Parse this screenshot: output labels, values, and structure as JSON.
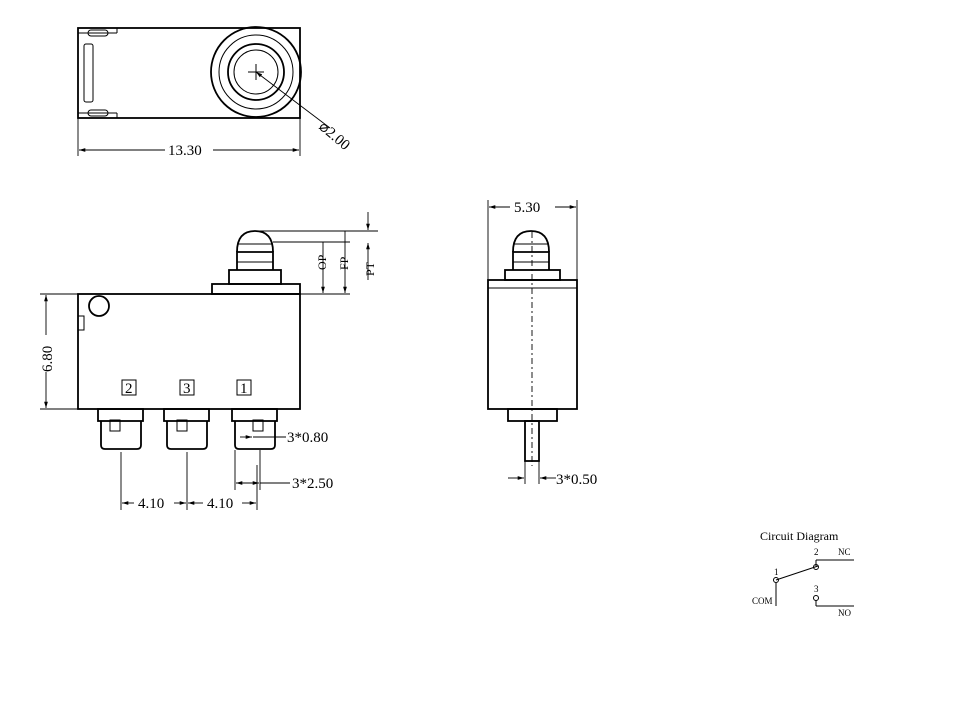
{
  "top_view": {
    "width_dim": "13.30",
    "diameter_dim": "⌀2.00"
  },
  "front_view": {
    "height_dim": "6.80",
    "op_label": "OP",
    "fp_label": "FP",
    "pt_label": "PT",
    "terminal_2": "2",
    "terminal_3": "3",
    "terminal_1": "1",
    "pin_width_dim": "3*0.80",
    "pin_spacing_dim": "3*2.50",
    "pitch_1": "4.10",
    "pitch_2": "4.10"
  },
  "side_view": {
    "width_dim": "5.30",
    "pin_thickness_dim": "3*0.50"
  },
  "circuit": {
    "title": "Circuit Diagram",
    "pin_1": "1",
    "pin_2": "2",
    "pin_3": "3",
    "nc_label": "NC",
    "no_label": "NO",
    "com_label": "COM"
  }
}
